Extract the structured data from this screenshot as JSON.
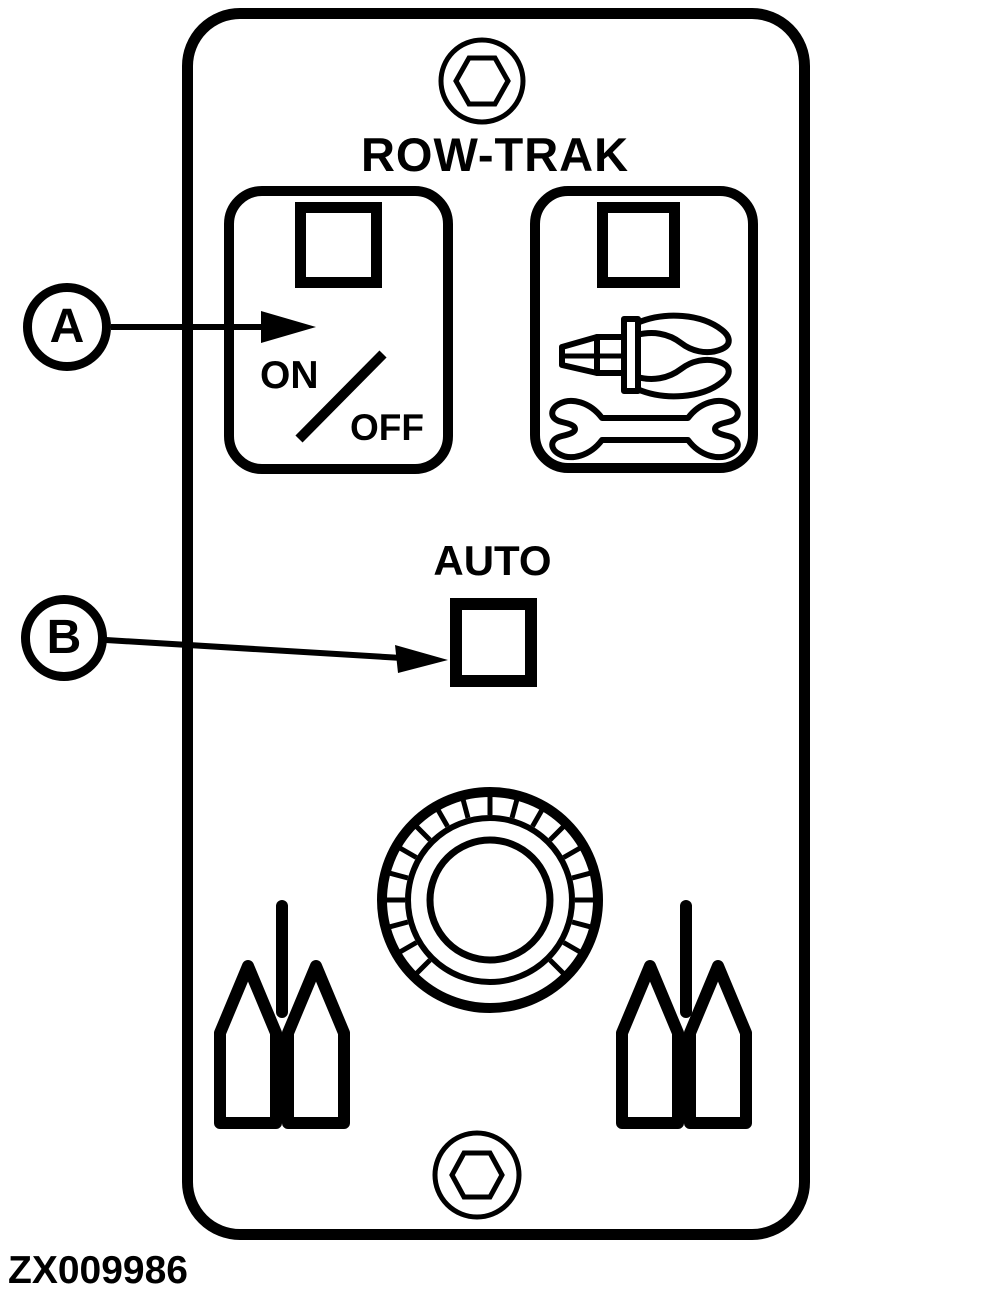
{
  "figure": {
    "panel_title": "ROW-TRAK",
    "figure_code": "ZX009986",
    "power_switch": {
      "on_label": "ON",
      "off_label": "OFF"
    },
    "auto_button": {
      "label": "AUTO"
    },
    "callouts": {
      "a": "A",
      "b": "B"
    },
    "icons": {
      "top_fastener": "hex-screw-icon",
      "bottom_fastener": "hex-screw-icon",
      "service_switch": [
        "pliers-icon",
        "wrench-icon"
      ],
      "sensitivity_knob": "knurled-dial-icon",
      "left_marker": "crop-rows-icon",
      "right_marker": "crop-rows-icon"
    },
    "colors": {
      "ink": "#000000",
      "paper": "#ffffff"
    }
  }
}
